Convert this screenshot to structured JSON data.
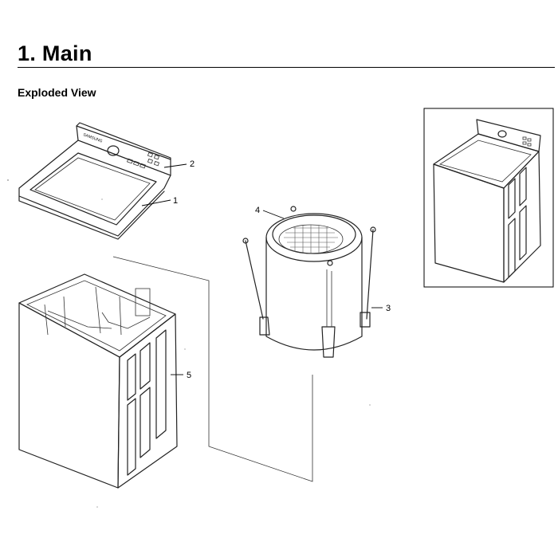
{
  "document": {
    "section_title": "1.  Main",
    "subsection_title": "Exploded View"
  },
  "brand_text": "SAMSUNG",
  "callouts": [
    {
      "id": "callout-1",
      "label": "1"
    },
    {
      "id": "callout-2",
      "label": "2"
    },
    {
      "id": "callout-3",
      "label": "3"
    },
    {
      "id": "callout-4",
      "label": "4"
    },
    {
      "id": "callout-5",
      "label": "5"
    }
  ]
}
